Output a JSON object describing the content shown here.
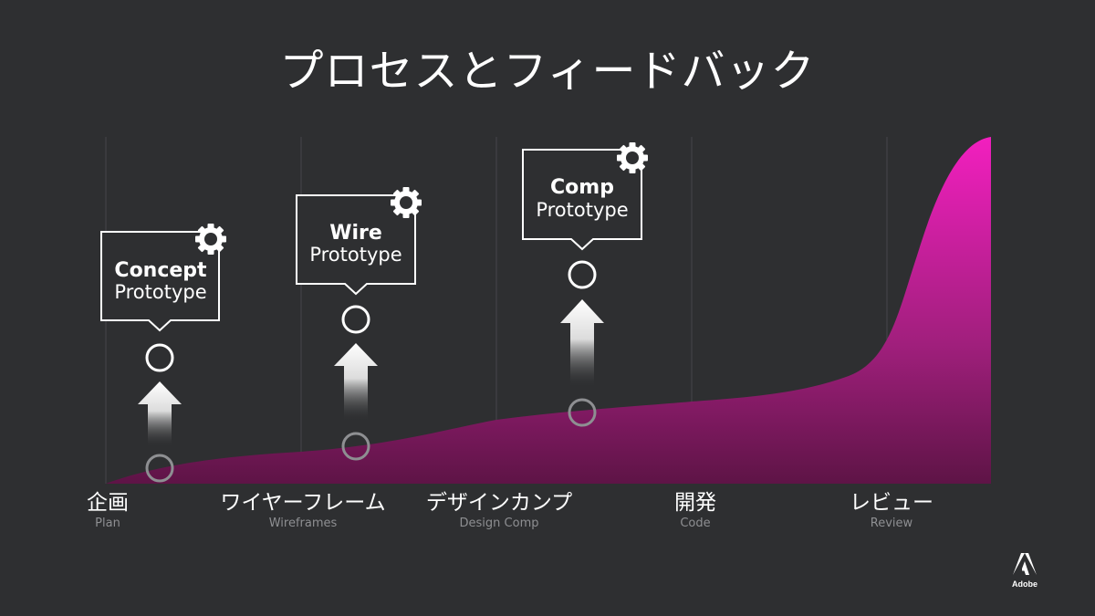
{
  "title": "プロセスとフィードバック",
  "stages": [
    {
      "jp": "企画",
      "en": "Plan"
    },
    {
      "jp": "ワイヤーフレーム",
      "en": "Wireframes"
    },
    {
      "jp": "デザインカンプ",
      "en": "Design Comp"
    },
    {
      "jp": "開発",
      "en": "Code"
    },
    {
      "jp": "レビュー",
      "en": "Review"
    }
  ],
  "prototypes": [
    {
      "title": "Concept",
      "subtitle": "Prototype"
    },
    {
      "title": "Wire",
      "subtitle": "Prototype"
    },
    {
      "title": "Comp",
      "subtitle": "Prototype"
    }
  ],
  "logo": {
    "wordmark": "Adobe"
  },
  "colors": {
    "background": "#2e2f31",
    "curve_top": "#f21fbf",
    "curve_bottom": "#5e1446",
    "grid": "#45464a"
  }
}
